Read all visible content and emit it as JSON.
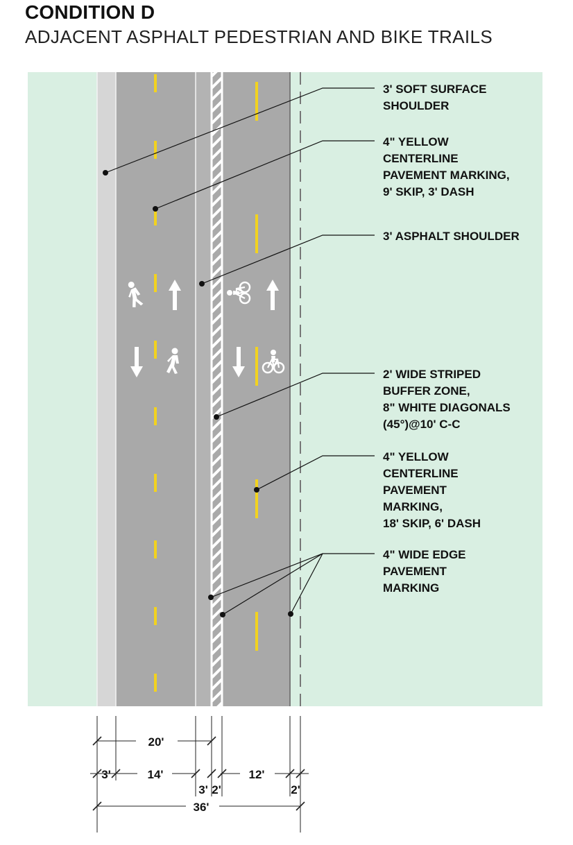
{
  "header": {
    "title": "CONDITION D",
    "subtitle": "ADJACENT ASPHALT PEDESTRIAN AND BIKE TRAILS"
  },
  "colors": {
    "green_area": "#d9efe2",
    "soft_shoulder": "#d6d6d6",
    "asphalt": "#a9a9a9",
    "yellow_marking": "#f2d21f",
    "white_marking": "#ffffff",
    "leader": "#111111"
  },
  "callouts": {
    "soft_shoulder": [
      "3' SOFT SURFACE",
      "SHOULDER"
    ],
    "ped_centerline": [
      "4\" YELLOW",
      "CENTERLINE",
      "PAVEMENT MARKING,",
      "9' SKIP, 3' DASH"
    ],
    "asphalt_shoulder": [
      "3' ASPHALT SHOULDER"
    ],
    "buffer_zone": [
      "2' WIDE STRIPED",
      "BUFFER ZONE,",
      "8\" WHITE DIAGONALS",
      "(45°)@10' C-C"
    ],
    "bike_centerline": [
      "4\" YELLOW",
      "CENTERLINE",
      "PAVEMENT",
      "MARKING,",
      "18' SKIP, 6' DASH"
    ],
    "edge_marking": [
      "4\" WIDE EDGE",
      "PAVEMENT",
      "MARKING"
    ]
  },
  "symbols": {
    "ped_lane": [
      "pedestrian-icon",
      "arrow-up-icon",
      "arrow-down-icon",
      "pedestrian-icon"
    ],
    "bike_lane": [
      "bicycle-icon",
      "arrow-up-icon",
      "arrow-down-icon",
      "bicyclist-icon"
    ]
  },
  "dimensions": {
    "row1": [
      "20'"
    ],
    "row2": [
      "3'",
      "14'",
      "3'",
      "2'",
      "12'",
      "2'"
    ],
    "row3": [
      "36'"
    ]
  }
}
